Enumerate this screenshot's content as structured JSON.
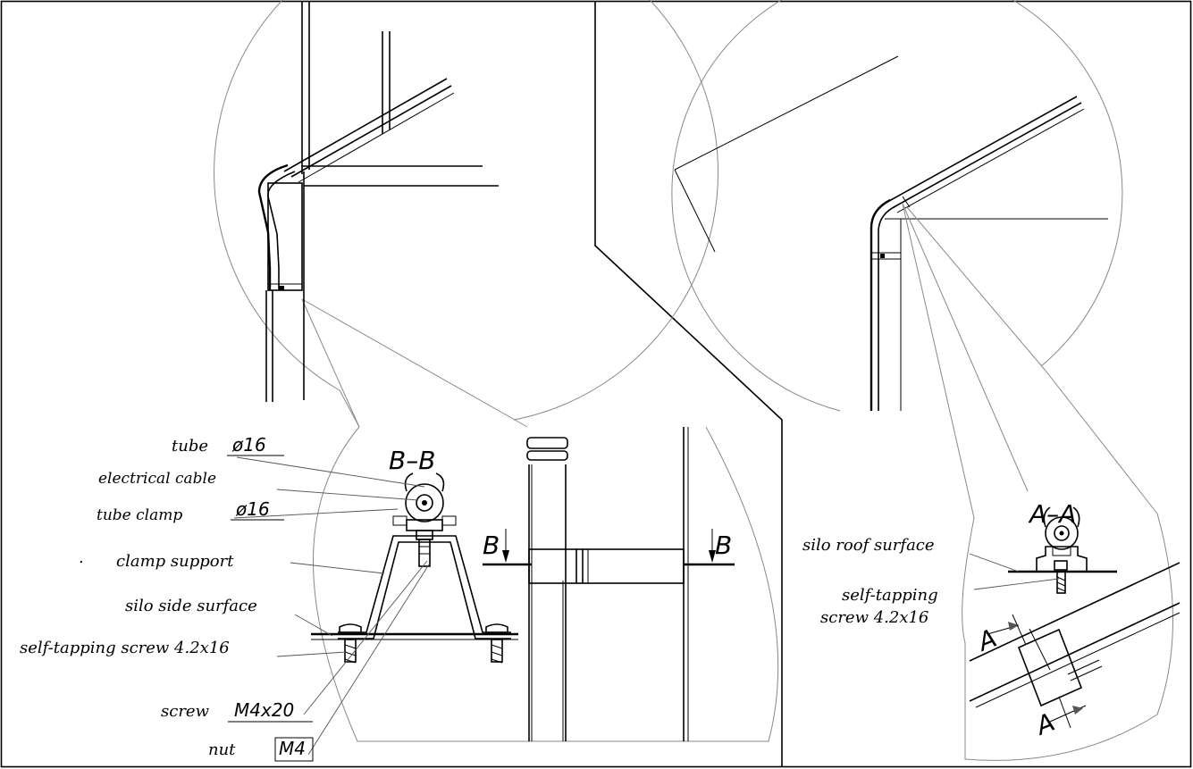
{
  "labels": {
    "tube": "tube",
    "tube_dim": "ø16",
    "electrical_cable": "electrical cable",
    "tube_clamp": "tube clamp",
    "tube_clamp_dim": "ø16",
    "clamp_support": "clamp support",
    "silo_side_surface": "silo side surface",
    "self_tapping_left": "self-tapping screw 4.2x16",
    "screw": "screw",
    "screw_dim": "M4x20",
    "nut": "nut",
    "nut_dim": "M4",
    "silo_roof_surface": "silo roof surface",
    "self_tapping_right_1": "self-tapping",
    "self_tapping_right_2": "screw 4.2x16"
  },
  "sections": {
    "bb_title": "B–B",
    "bb_mark_left": "B",
    "bb_mark_right": "B",
    "aa_title": "A–A",
    "aa_mark_top": "A",
    "aa_mark_bottom": "A"
  },
  "colors": {
    "line": "#000000",
    "leader": "#555555",
    "background": "#ffffff"
  }
}
